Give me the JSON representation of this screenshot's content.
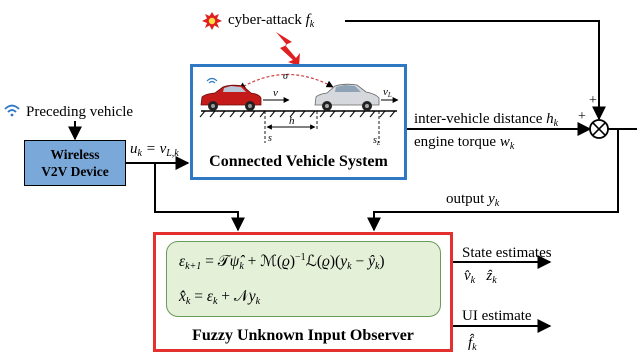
{
  "labels": {
    "cyber_attack": "cyber-attack",
    "cyber_attack_symbol": "f",
    "cyber_attack_sub": "k",
    "preceding_vehicle": "Preceding vehicle",
    "input_signal": "u",
    "input_signal_sub": "k",
    "input_signal_rhs": " = v",
    "input_signal_rhs_sub": "L,k",
    "inter_vehicle_distance": "inter-vehicle distance ",
    "distance_symbol": "h",
    "distance_sub": "k",
    "engine_torque": "engine torque ",
    "torque_symbol": "w",
    "torque_sub": "k",
    "output": "output ",
    "output_symbol": "y",
    "output_sub": "k",
    "state_estimates": "State estimates",
    "state_est_v": "v̂",
    "state_est_v_sub": "k",
    "state_est_z": "ẑ",
    "state_est_z_sub": "k",
    "ui_estimate": "UI estimate",
    "ui_est_f": "f̂",
    "ui_est_f_sub": "k",
    "plus_top": "+",
    "plus_left": "+"
  },
  "blocks": {
    "wireless_line1": "Wireless",
    "wireless_line2": "V2V Device",
    "cvs_title": "Connected Vehicle System",
    "observer_title": "Fuzzy Unknown Input Observer"
  },
  "vehicle_scene": {
    "sigma": "σ",
    "v": "v",
    "vL": "v",
    "vL_sub": "L",
    "s": "s",
    "h": "h",
    "sL": "s",
    "sL_sub": "L"
  },
  "equations": {
    "eq1": "εk+1 = 𝒯ψ̂k + ℳ(ϱ)−1ℒ(ϱ)(yk − ŷk)",
    "eq2": "x̂̇k = εk + 𝒩yk"
  },
  "colors": {
    "wireless_fill": "#7aa8d8",
    "cvs_border": "#2f78c4",
    "observer_border": "#e53030",
    "equation_fill": "#e4f0d8",
    "attack_star": "#e02020",
    "lightning": "#e02020"
  }
}
